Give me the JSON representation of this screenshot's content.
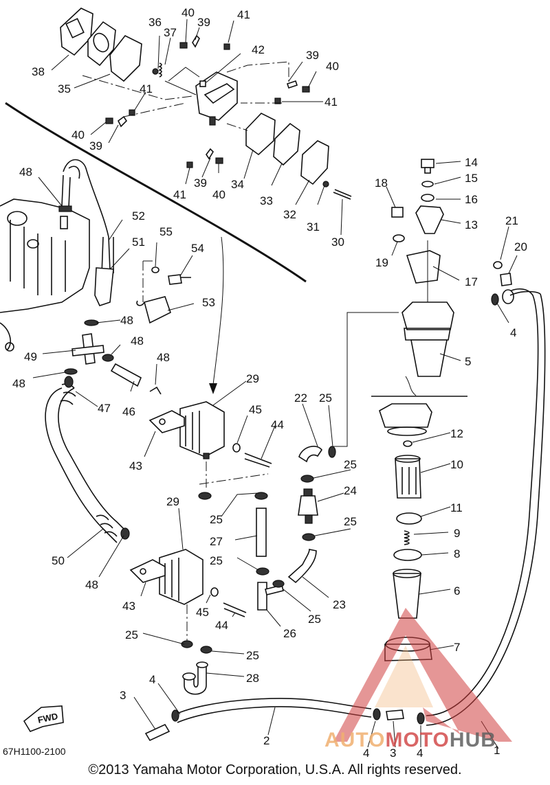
{
  "diagram": {
    "code": "67H1100-2100",
    "copyright": "©2013 Yamaha Motor Corporation, U.S.A. All rights reserved.",
    "fwd_label": "FWD",
    "callouts": [
      "1",
      "2",
      "3",
      "3",
      "4",
      "4",
      "4",
      "4",
      "5",
      "6",
      "7",
      "8",
      "9",
      "10",
      "11",
      "12",
      "13",
      "14",
      "15",
      "16",
      "17",
      "18",
      "19",
      "20",
      "21",
      "22",
      "23",
      "24",
      "25",
      "25",
      "25",
      "25",
      "25",
      "25",
      "25",
      "25",
      "26",
      "27",
      "28",
      "29",
      "29",
      "30",
      "31",
      "32",
      "33",
      "34",
      "35",
      "36",
      "37",
      "38",
      "39",
      "39",
      "39",
      "39",
      "40",
      "40",
      "40",
      "40",
      "41",
      "41",
      "41",
      "41",
      "42",
      "43",
      "43",
      "44",
      "44",
      "45",
      "45",
      "46",
      "47",
      "48",
      "48",
      "48",
      "48",
      "48",
      "48",
      "49",
      "50",
      "51",
      "52",
      "53",
      "54",
      "55"
    ]
  },
  "watermark": {
    "part1": "AUTO",
    "part2": "MOTO",
    "part3": "HUB",
    "colors": {
      "auto": "#f0b070",
      "moto": "#d04040",
      "hub": "#606060"
    }
  }
}
